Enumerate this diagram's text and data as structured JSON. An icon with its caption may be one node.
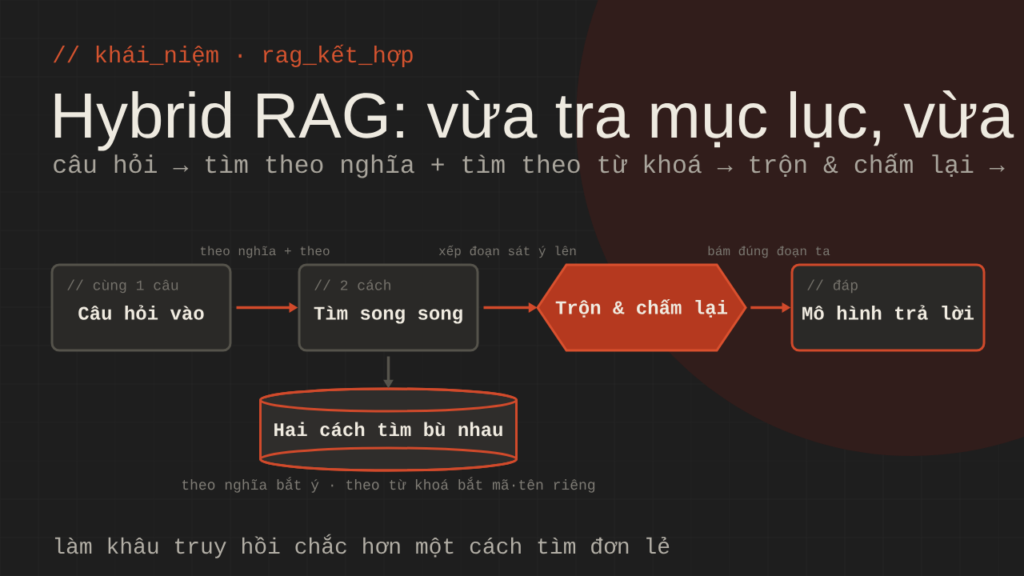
{
  "diagram": {
    "title": "Hybrid RAG: vừa tra mục lục, vừa",
    "nodes": [
      {
        "text": [
          "// cùng 1 câu",
          "Câu hỏi vào"
        ]
      },
      {
        "text": [
          "// 2 cách",
          "Tìm song song"
        ]
      },
      {
        "text": [
          "Trộn & chấm lại"
        ]
      },
      {
        "text": [
          "// đáp",
          "Mô hình trả lời"
        ]
      },
      {
        "text": [
          "Hai cách tìm bù nhau"
        ],
        "beside": [
          "theo nghĩa bắt ý · theo từ khoá bắt mã·tên riêng"
        ]
      }
    ],
    "edges": [
      {
        "from": 0,
        "to": 1,
        "arrow": "to",
        "label": "theo nghĩa + theo"
      },
      {
        "from": 1,
        "to": 2,
        "arrow": "to",
        "label": "xếp đoạn sát ý lên"
      },
      {
        "from": 2,
        "to": 3,
        "arrow": "to",
        "label": "bám đúng đoạn ta"
      },
      {
        "from": 1,
        "to": 4,
        "arrow": "to",
        "color": "#56544c"
      }
    ],
    "labels": [
      "// khái_niệm · rag_kết_hợp",
      "câu hỏi → tìm theo nghĩa + tìm theo từ khoá → trộn & chấm lại →",
      "làm khâu truy hồi chắc hơn một cách tìm đơn lẻ"
    ]
  }
}
